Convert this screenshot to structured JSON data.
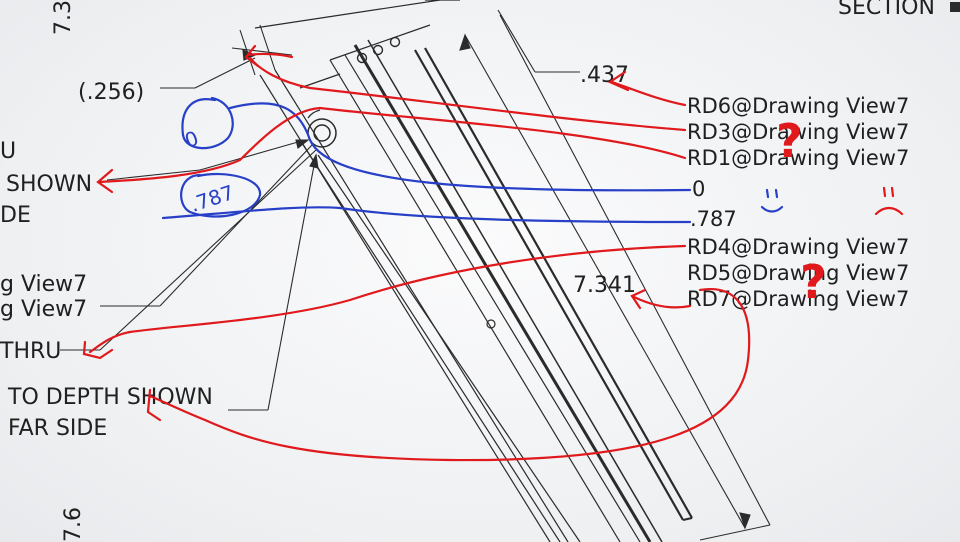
{
  "labels": {
    "section": "SECTION",
    "side_number_top": "7.3",
    "side_number_bottom": "7.6",
    "dim_256": "(.256)",
    "dim_437": ".437",
    "dim_7341": "7.341",
    "left_u": "U",
    "left_shown": "SHOWN",
    "left_de": "DE",
    "left_view7_a": "g View7",
    "left_view7_b": "g View7",
    "left_thru": "THRU",
    "left_depth": "TO DEPTH SHOWN",
    "left_far": "FAR SIDE"
  },
  "references": [
    "RD6@Drawing View7",
    "RD3@Drawing View7",
    "RD1@Drawing View7",
    "RD4@Drawing View7",
    "RD5@Drawing View7",
    "RD7@Drawing View7"
  ],
  "values": {
    "zero": "0",
    "v787": ".787"
  },
  "handwriting": {
    "zero": "0",
    "v787": ".787",
    "question": "?",
    "smile": "=",
    "frown": "="
  },
  "colors": {
    "line": "#2b2b2b",
    "red_annotation": "#e0191c",
    "blue_annotation": "#2840c8",
    "background": "#f1f2f4"
  }
}
